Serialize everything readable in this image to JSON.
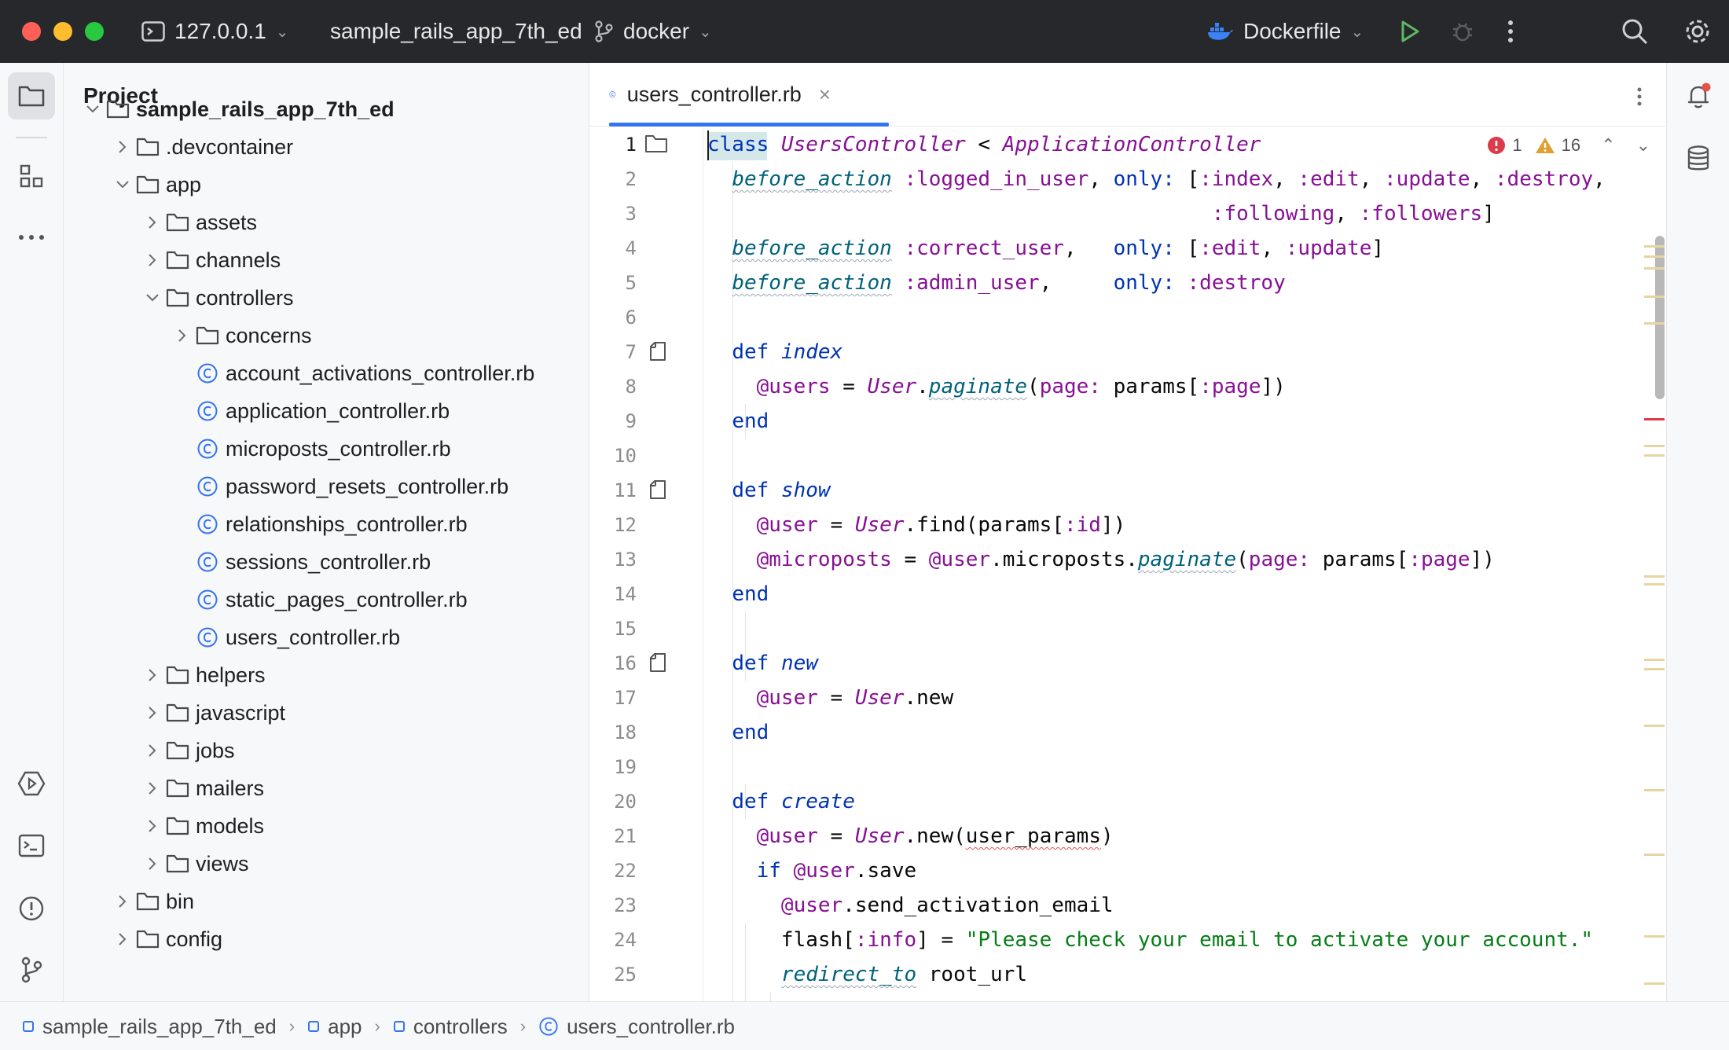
{
  "titlebar": {
    "host": "127.0.0.1",
    "project": "sample_rails_app_7th_ed",
    "branch": "docker",
    "run_config": "Dockerfile"
  },
  "project_panel": {
    "title": "Project",
    "tree": [
      {
        "label": "sample_rails_app_7th_ed",
        "type": "folder",
        "level": 0,
        "expanded": true,
        "bold": true
      },
      {
        "label": ".devcontainer",
        "type": "folder",
        "level": 1,
        "expanded": false
      },
      {
        "label": "app",
        "type": "folder",
        "level": 1,
        "expanded": true
      },
      {
        "label": "assets",
        "type": "folder",
        "level": 2,
        "expanded": false
      },
      {
        "label": "channels",
        "type": "folder",
        "level": 2,
        "expanded": false
      },
      {
        "label": "controllers",
        "type": "folder",
        "level": 2,
        "expanded": true
      },
      {
        "label": "concerns",
        "type": "folder",
        "level": 3,
        "expanded": false
      },
      {
        "label": "account_activations_controller.rb",
        "type": "class",
        "level": 3
      },
      {
        "label": "application_controller.rb",
        "type": "class",
        "level": 3
      },
      {
        "label": "microposts_controller.rb",
        "type": "class",
        "level": 3
      },
      {
        "label": "password_resets_controller.rb",
        "type": "class",
        "level": 3
      },
      {
        "label": "relationships_controller.rb",
        "type": "class",
        "level": 3
      },
      {
        "label": "sessions_controller.rb",
        "type": "class",
        "level": 3
      },
      {
        "label": "static_pages_controller.rb",
        "type": "class",
        "level": 3
      },
      {
        "label": "users_controller.rb",
        "type": "class",
        "level": 3
      },
      {
        "label": "helpers",
        "type": "folder",
        "level": 2,
        "expanded": false
      },
      {
        "label": "javascript",
        "type": "folder",
        "level": 2,
        "expanded": false
      },
      {
        "label": "jobs",
        "type": "folder",
        "level": 2,
        "expanded": false
      },
      {
        "label": "mailers",
        "type": "folder",
        "level": 2,
        "expanded": false
      },
      {
        "label": "models",
        "type": "folder",
        "level": 2,
        "expanded": false
      },
      {
        "label": "views",
        "type": "folder",
        "level": 2,
        "expanded": false
      },
      {
        "label": "bin",
        "type": "folder",
        "level": 1,
        "expanded": false
      },
      {
        "label": "config",
        "type": "folder",
        "level": 1,
        "expanded": false
      }
    ]
  },
  "editor": {
    "tab_label": "users_controller.rb",
    "errors": "1",
    "warnings": "16",
    "line_numbers": [
      "1",
      "2",
      "3",
      "4",
      "5",
      "6",
      "7",
      "8",
      "9",
      "10",
      "11",
      "12",
      "13",
      "14",
      "15",
      "16",
      "17",
      "18",
      "19",
      "20",
      "21",
      "22",
      "23",
      "24",
      "25"
    ],
    "lines": [
      [
        [
          "class",
          "kw"
        ],
        [
          " ",
          ""
        ],
        [
          "UsersController",
          "cls"
        ],
        [
          " < ",
          ""
        ],
        [
          "ApplicationController",
          "cls"
        ]
      ],
      [
        [
          "  ",
          ""
        ],
        [
          "before_action",
          "meth squig"
        ],
        [
          " ",
          ""
        ],
        [
          ":logged_in_user",
          "sym"
        ],
        [
          ", ",
          ""
        ],
        [
          "only:",
          "kw"
        ],
        [
          " [",
          ""
        ],
        [
          ":index",
          "sym"
        ],
        [
          ", ",
          ""
        ],
        [
          ":edit",
          "sym"
        ],
        [
          ", ",
          ""
        ],
        [
          ":update",
          "sym"
        ],
        [
          ", ",
          ""
        ],
        [
          ":destroy",
          "sym"
        ],
        [
          ",",
          ""
        ]
      ],
      [
        [
          "                                         ",
          ""
        ],
        [
          ":following",
          "sym"
        ],
        [
          ", ",
          ""
        ],
        [
          ":followers",
          "sym"
        ],
        [
          "]",
          ""
        ]
      ],
      [
        [
          "  ",
          ""
        ],
        [
          "before_action",
          "meth squig"
        ],
        [
          " ",
          ""
        ],
        [
          ":correct_user",
          "sym"
        ],
        [
          ",   ",
          ""
        ],
        [
          "only:",
          "kw"
        ],
        [
          " [",
          ""
        ],
        [
          ":edit",
          "sym"
        ],
        [
          ", ",
          ""
        ],
        [
          ":update",
          "sym"
        ],
        [
          "]",
          ""
        ]
      ],
      [
        [
          "  ",
          ""
        ],
        [
          "before_action",
          "meth squig"
        ],
        [
          " ",
          ""
        ],
        [
          ":admin_user",
          "sym"
        ],
        [
          ",     ",
          ""
        ],
        [
          "only:",
          "kw"
        ],
        [
          " ",
          ""
        ],
        [
          ":destroy",
          "sym"
        ]
      ],
      [],
      [
        [
          "  ",
          ""
        ],
        [
          "def",
          "kw"
        ],
        [
          " ",
          ""
        ],
        [
          "index",
          "fn"
        ]
      ],
      [
        [
          "    ",
          ""
        ],
        [
          "@users",
          "ivar"
        ],
        [
          " = ",
          ""
        ],
        [
          "User",
          "cls"
        ],
        [
          ".",
          ""
        ],
        [
          "paginate",
          "meth squig"
        ],
        [
          "(",
          ""
        ],
        [
          "page:",
          "sym"
        ],
        [
          " params[",
          ""
        ],
        [
          ":page",
          "sym"
        ],
        [
          "])",
          ""
        ]
      ],
      [
        [
          "  ",
          ""
        ],
        [
          "end",
          "kw"
        ]
      ],
      [],
      [
        [
          "  ",
          ""
        ],
        [
          "def",
          "kw"
        ],
        [
          " ",
          ""
        ],
        [
          "show",
          "fn"
        ]
      ],
      [
        [
          "    ",
          ""
        ],
        [
          "@user",
          "ivar"
        ],
        [
          " = ",
          ""
        ],
        [
          "User",
          "cls"
        ],
        [
          ".find(params[",
          ""
        ],
        [
          ":id",
          "sym"
        ],
        [
          "])",
          ""
        ]
      ],
      [
        [
          "    ",
          ""
        ],
        [
          "@microposts",
          "ivar"
        ],
        [
          " = ",
          ""
        ],
        [
          "@user",
          "ivar"
        ],
        [
          ".microposts.",
          ""
        ],
        [
          "paginate",
          "meth squig"
        ],
        [
          "(",
          ""
        ],
        [
          "page:",
          "sym"
        ],
        [
          " params[",
          ""
        ],
        [
          ":page",
          "sym"
        ],
        [
          "])",
          ""
        ]
      ],
      [
        [
          "  ",
          ""
        ],
        [
          "end",
          "kw"
        ]
      ],
      [],
      [
        [
          "  ",
          ""
        ],
        [
          "def",
          "kw"
        ],
        [
          " ",
          ""
        ],
        [
          "new",
          "fn"
        ]
      ],
      [
        [
          "    ",
          ""
        ],
        [
          "@user",
          "ivar"
        ],
        [
          " = ",
          ""
        ],
        [
          "User",
          "cls"
        ],
        [
          ".new",
          ""
        ]
      ],
      [
        [
          "  ",
          ""
        ],
        [
          "end",
          "kw"
        ]
      ],
      [],
      [
        [
          "  ",
          ""
        ],
        [
          "def",
          "kw"
        ],
        [
          " ",
          ""
        ],
        [
          "create",
          "fn"
        ]
      ],
      [
        [
          "    ",
          ""
        ],
        [
          "@user",
          "ivar"
        ],
        [
          " = ",
          ""
        ],
        [
          "User",
          "cls"
        ],
        [
          ".new(",
          ""
        ],
        [
          "user_params",
          "squig-red"
        ],
        [
          ")",
          ""
        ]
      ],
      [
        [
          "    ",
          ""
        ],
        [
          "if",
          "kw"
        ],
        [
          " ",
          ""
        ],
        [
          "@user",
          "ivar"
        ],
        [
          ".save",
          ""
        ]
      ],
      [
        [
          "      ",
          ""
        ],
        [
          "@user",
          "ivar"
        ],
        [
          ".send_activation_email",
          ""
        ]
      ],
      [
        [
          "      flash[",
          ""
        ],
        [
          ":info",
          "sym"
        ],
        [
          "] = ",
          ""
        ],
        [
          "\"Please check your email to activate your account.\"",
          "str"
        ]
      ],
      [
        [
          "      ",
          ""
        ],
        [
          "redirect_to",
          "meth squig"
        ],
        [
          " root_url",
          ""
        ]
      ]
    ]
  },
  "breadcrumbs": [
    "sample_rails_app_7th_ed",
    "app",
    "controllers",
    "users_controller.rb"
  ],
  "colors": {
    "titlebar_bg": "#27282c",
    "accent": "#3574f0",
    "keyword": "#0033b3",
    "symbol": "#871094",
    "string": "#067d17",
    "error": "#db3b4b",
    "warning": "#e0a030",
    "run_green": "#5fb865"
  },
  "icons": [
    "terminal-icon",
    "git-branch-icon",
    "docker-icon",
    "run-icon",
    "debug-icon",
    "more-icon",
    "search-icon",
    "settings-icon",
    "folder-icon",
    "structure-icon",
    "more-tools-icon",
    "services-icon",
    "terminal-tool-icon",
    "problems-icon",
    "git-icon",
    "notifications-icon",
    "database-icon",
    "class-file-icon",
    "close-icon"
  ]
}
